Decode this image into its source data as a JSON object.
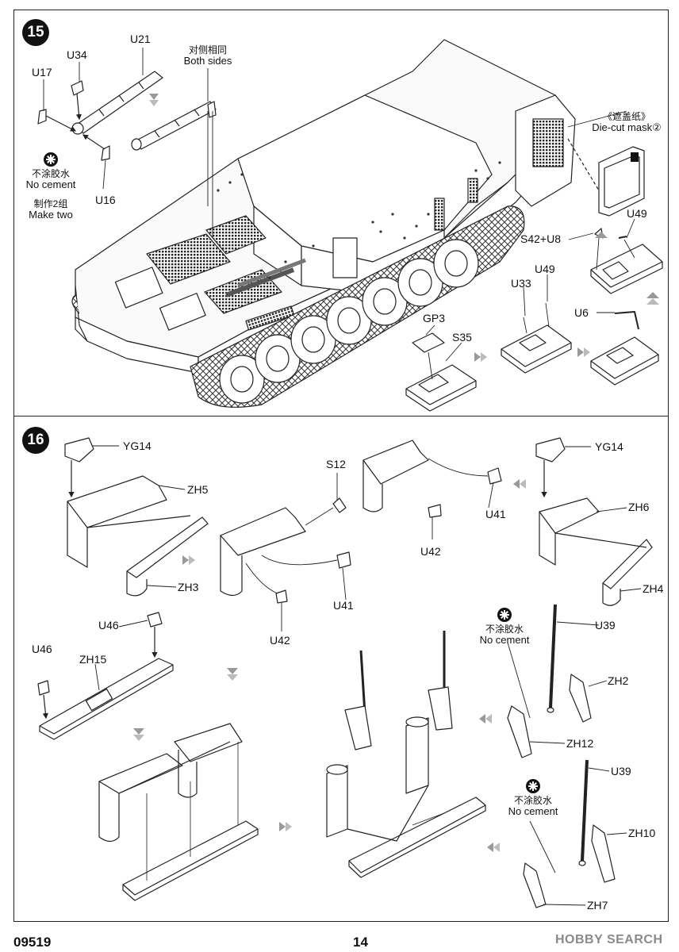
{
  "footer": {
    "code": "09519",
    "page": "14",
    "watermark": "HOBBY SEARCH"
  },
  "step15": {
    "number": "15",
    "labels": {
      "u21": "U21",
      "u34": "U34",
      "u17": "U17",
      "u16": "U16",
      "both_sides_cn": "对侧相同",
      "both_sides_en": "Both sides",
      "no_cement_cn": "不涂胶水",
      "no_cement_en": "No cement",
      "make_two_cn": "制作2组",
      "make_two_en": "Make two",
      "mask_cn": "《遮盖纸》",
      "mask_en": "Die-cut mask②",
      "u49_a": "U49",
      "s42_u8": "S42+U8",
      "u49_b": "U49",
      "u33": "U33",
      "u6": "U6",
      "gp3": "GP3",
      "s35": "S35"
    }
  },
  "step16": {
    "number": "16",
    "labels": {
      "yg14_a": "YG14",
      "zh5": "ZH5",
      "zh3": "ZH3",
      "s12": "S12",
      "u41_a": "U41",
      "u42_a": "U42",
      "u41_b": "U41",
      "u42_b": "U42",
      "yg14_b": "YG14",
      "zh6": "ZH6",
      "zh4": "ZH4",
      "u46_a": "U46",
      "u46_b": "U46",
      "zh15": "ZH15",
      "no_cement_cn_a": "不涂胶水",
      "no_cement_en_a": "No cement",
      "u39_a": "U39",
      "zh2": "ZH2",
      "zh12": "ZH12",
      "no_cement_cn_b": "不涂胶水",
      "no_cement_en_b": "No cement",
      "u39_b": "U39",
      "zh10": "ZH10",
      "zh7": "ZH7"
    }
  }
}
